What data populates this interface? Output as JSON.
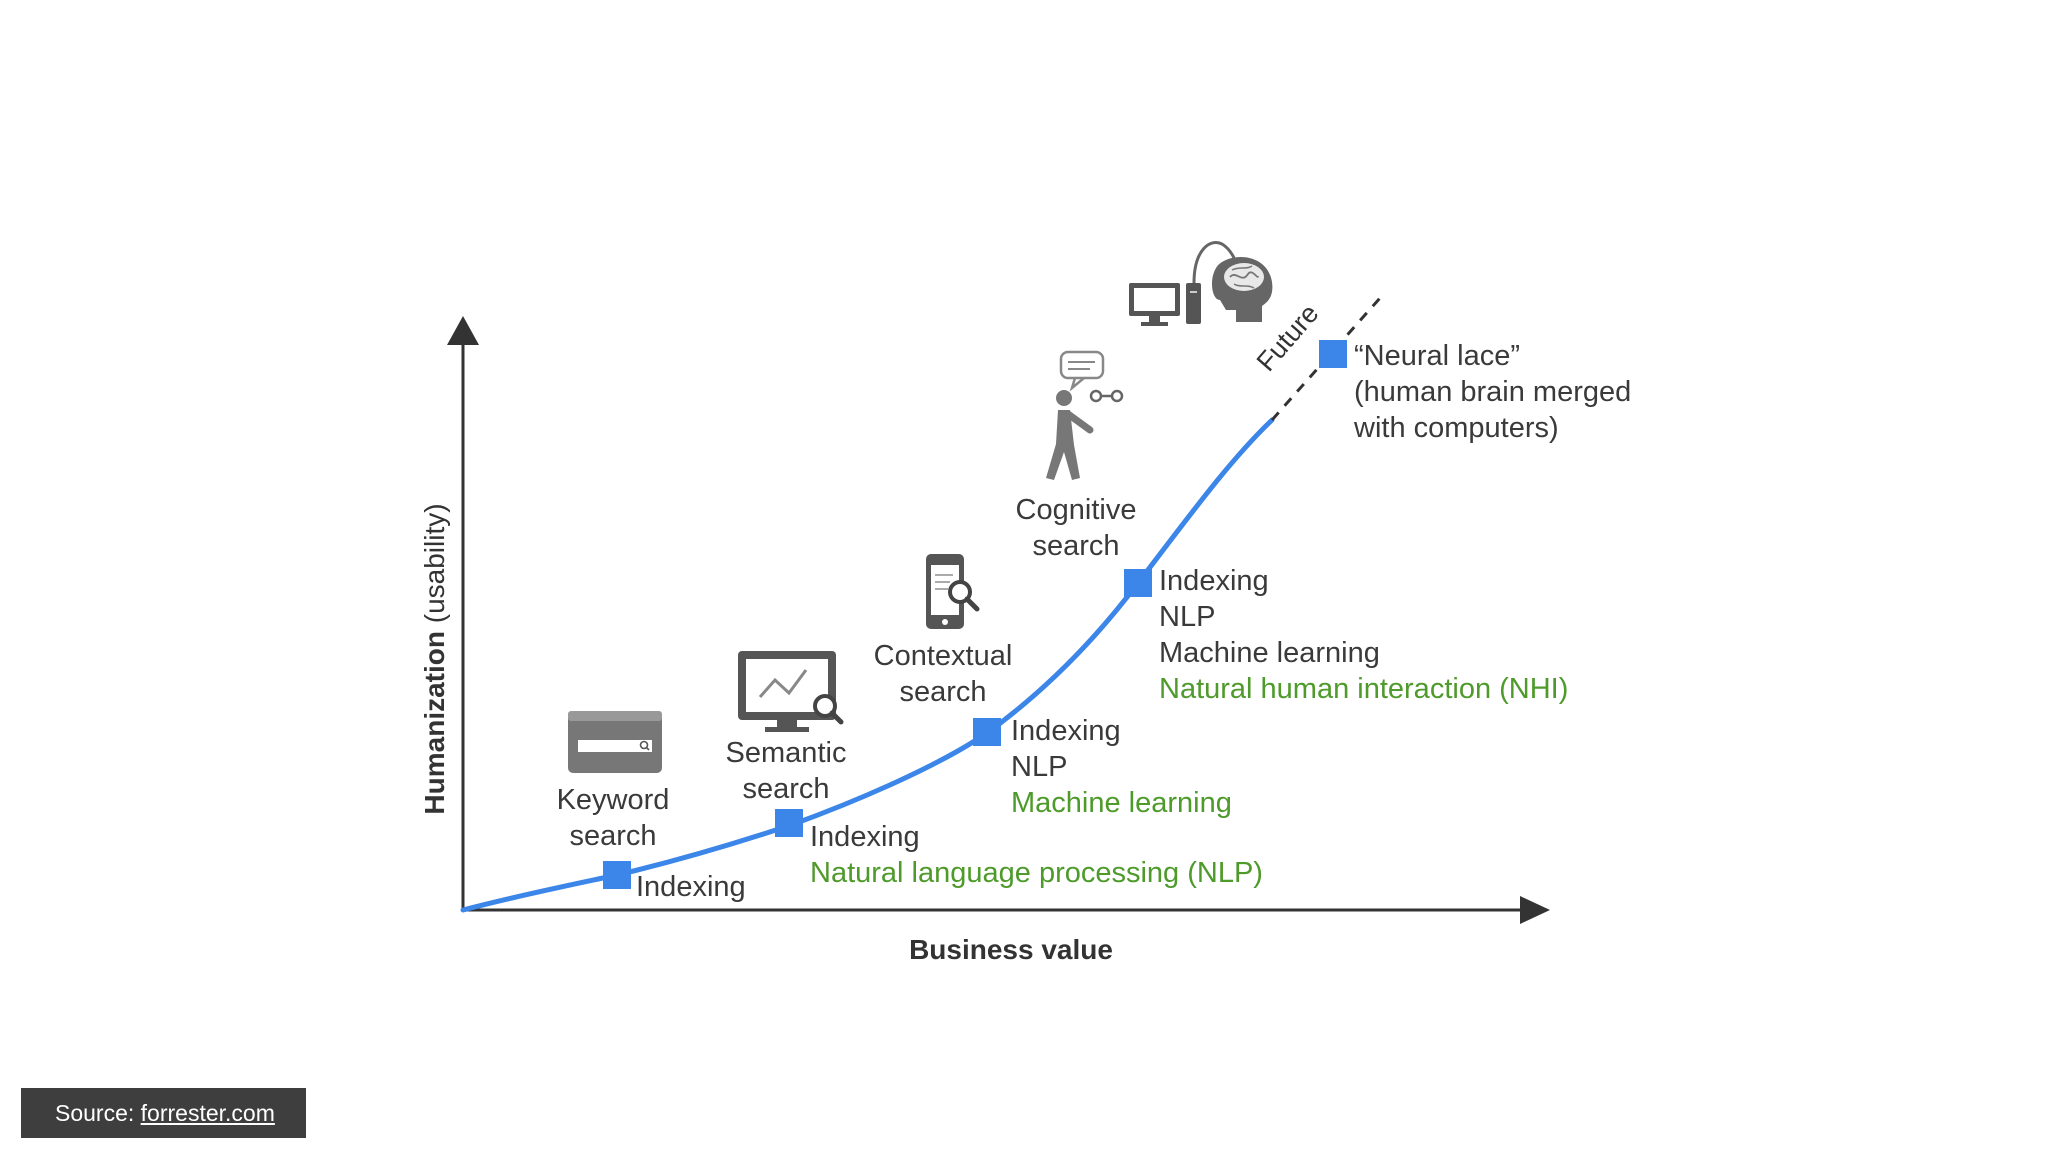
{
  "diagram": {
    "axes": {
      "x_label": "Business value",
      "y_label_bold": "Humanization",
      "y_label_rest": " (usability)"
    },
    "future_label": "Future",
    "stages": [
      {
        "id": "keyword",
        "title": [
          "Keyword",
          "search"
        ],
        "icon": "search-bar-icon",
        "tech": [
          "Indexing"
        ],
        "tech_new": []
      },
      {
        "id": "semantic",
        "title": [
          "Semantic",
          "search"
        ],
        "icon": "monitor-chart-search-icon",
        "tech": [
          "Indexing"
        ],
        "tech_new": [
          "Natural language processing (NLP)"
        ]
      },
      {
        "id": "contextual",
        "title": [
          "Contextual",
          "search"
        ],
        "icon": "phone-search-icon",
        "tech": [
          "Indexing",
          "NLP"
        ],
        "tech_new": [
          "Machine learning"
        ]
      },
      {
        "id": "cognitive",
        "title": [
          "Cognitive",
          "search"
        ],
        "icon": "walking-person-speech-icon",
        "tech": [
          "Indexing",
          "NLP",
          "Machine learning"
        ],
        "tech_new": [
          "Natural human interaction (NHI)"
        ]
      },
      {
        "id": "neural",
        "title": [],
        "icon": "computer-brain-icon",
        "tech": [
          "“Neural lace”",
          "(human brain merged",
          "with computers)"
        ],
        "tech_new": []
      }
    ],
    "colors": {
      "curve": "#3b86e8",
      "marker": "#3b86e8",
      "new_tech_text": "#4e9a2a",
      "text": "#3a3a3a",
      "axis": "#333333"
    }
  },
  "footer": {
    "source_prefix": "Source: ",
    "source_link": "forrester.com"
  }
}
